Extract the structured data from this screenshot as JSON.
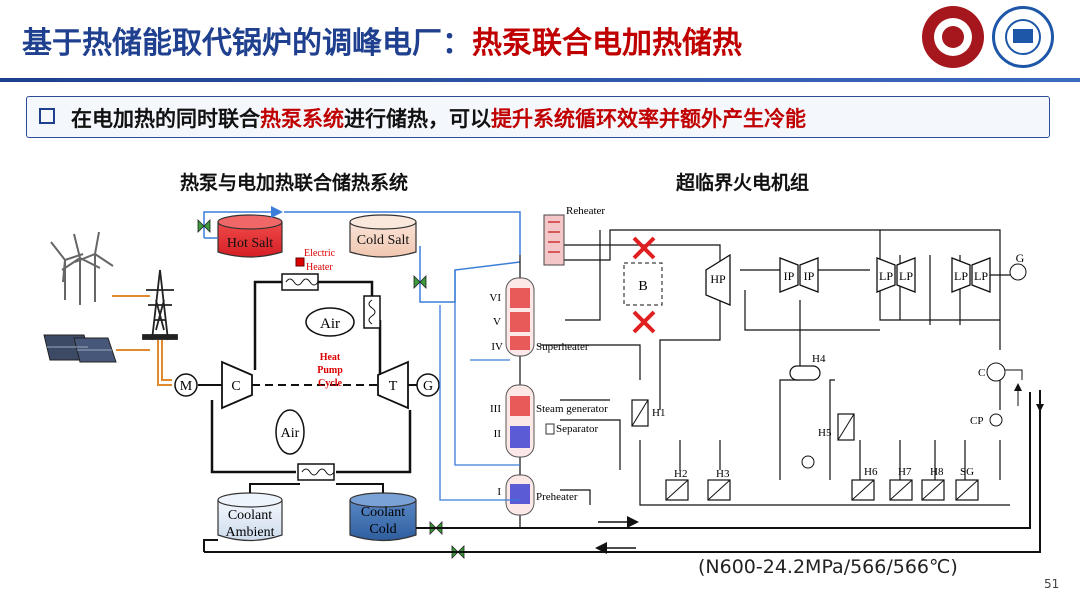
{
  "header": {
    "title_main": "基于热储能取代锅炉的调峰电厂：",
    "title_highlight": "热泵联合电加热储热"
  },
  "banner": {
    "text_a": "在电加热的同时联合",
    "text_hl1": "热泵系统",
    "text_b": "进行储热，可以",
    "text_hl2": "提升系统循环效率并额外产生冷能"
  },
  "left_panel": {
    "heading": "热泵与电加热联合储热系统",
    "hot_salt": "Hot Salt",
    "cold_salt": "Cold Salt",
    "electric_heater": [
      "Electric",
      "Heater"
    ],
    "air_top": "Air",
    "air_mid": "Air",
    "heat_pump_cycle": [
      "Heat",
      "Pump",
      "Cycle"
    ],
    "motor": "M",
    "compressor": "C",
    "turbine": "T",
    "generator": "G",
    "coolant_ambient": [
      "Coolant",
      "Ambient"
    ],
    "coolant_cold": [
      "Coolant",
      "Cold"
    ]
  },
  "right_panel": {
    "heading": "超临界火电机组",
    "reheater": "Reheater",
    "superheater": "Superheater",
    "steam_generator": "Steam generator",
    "separator": "Separator",
    "preheater": "Preheater",
    "roman": [
      "VI",
      "V",
      "IV",
      "III",
      "II",
      "I"
    ],
    "B": "B",
    "HP": "HP",
    "IP": "IP",
    "LP": "LP",
    "G": "G",
    "heaters": [
      "H1",
      "H2",
      "H3",
      "H4",
      "H5",
      "H6",
      "H7",
      "H8",
      "SG"
    ],
    "C": "C",
    "CP": "CP"
  },
  "footnote": "(N600-24.2MPa/566/566℃)",
  "page_number": "51",
  "colors": {
    "title_blue": "#1f3f8f",
    "highlight_red": "#c00000",
    "hot_salt": "#e8262a",
    "cold_salt": "#f6d2c0",
    "coolant_cold": "#3f6fb0",
    "coolant_ambient": "#e2ecf8",
    "pipe_blue": "#3b7dd8"
  }
}
